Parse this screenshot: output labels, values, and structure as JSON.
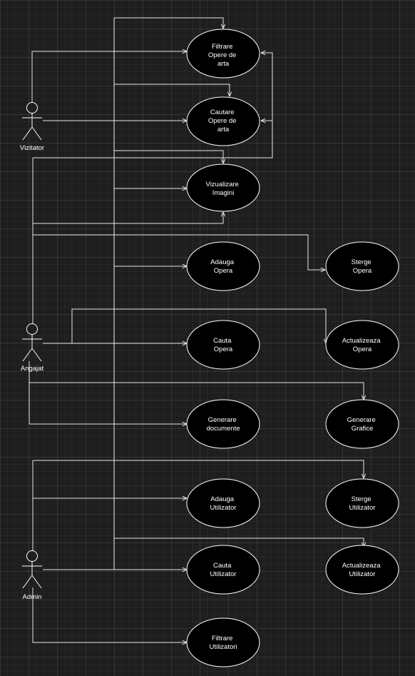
{
  "colors": {
    "background": "#1e1e1e",
    "ellipse_fill": "#000000",
    "stroke": "#ffffff"
  },
  "actors": [
    {
      "id": "vizitator",
      "label": "Vizitator"
    },
    {
      "id": "angajat",
      "label": "Angajat"
    },
    {
      "id": "admin",
      "label": "Admin"
    }
  ],
  "use_cases": [
    {
      "id": "filtrare-opere",
      "lines": [
        "Filtrare",
        "Opere de",
        "arta"
      ]
    },
    {
      "id": "cautare-opere",
      "lines": [
        "Cautare",
        "Opere de",
        "arta"
      ]
    },
    {
      "id": "vizualizare-imagini",
      "lines": [
        "Vizualizare",
        "Imagini"
      ]
    },
    {
      "id": "adauga-opera",
      "lines": [
        "Adauga",
        "Opera"
      ]
    },
    {
      "id": "sterge-opera",
      "lines": [
        "Sterge",
        "Opera"
      ]
    },
    {
      "id": "cauta-opera",
      "lines": [
        "Cauta",
        "Opera"
      ]
    },
    {
      "id": "actualizeaza-opera",
      "lines": [
        "Actualizeaza",
        "Opera"
      ]
    },
    {
      "id": "generare-documente",
      "lines": [
        "Generare",
        "documente"
      ]
    },
    {
      "id": "generare-grafice",
      "lines": [
        "Generare",
        "Grafice"
      ]
    },
    {
      "id": "adauga-utilizator",
      "lines": [
        "Adauga",
        "Utilizator"
      ]
    },
    {
      "id": "sterge-utilizator",
      "lines": [
        "Sterge",
        "Utilizator"
      ]
    },
    {
      "id": "cauta-utilizator",
      "lines": [
        "Cauta",
        "Utilizator"
      ]
    },
    {
      "id": "actualizeaza-utilizator",
      "lines": [
        "Actualizeaza",
        "Utilizator"
      ]
    },
    {
      "id": "filtrare-utilizatori",
      "lines": [
        "Filtrare",
        "Utilizatori"
      ]
    }
  ]
}
